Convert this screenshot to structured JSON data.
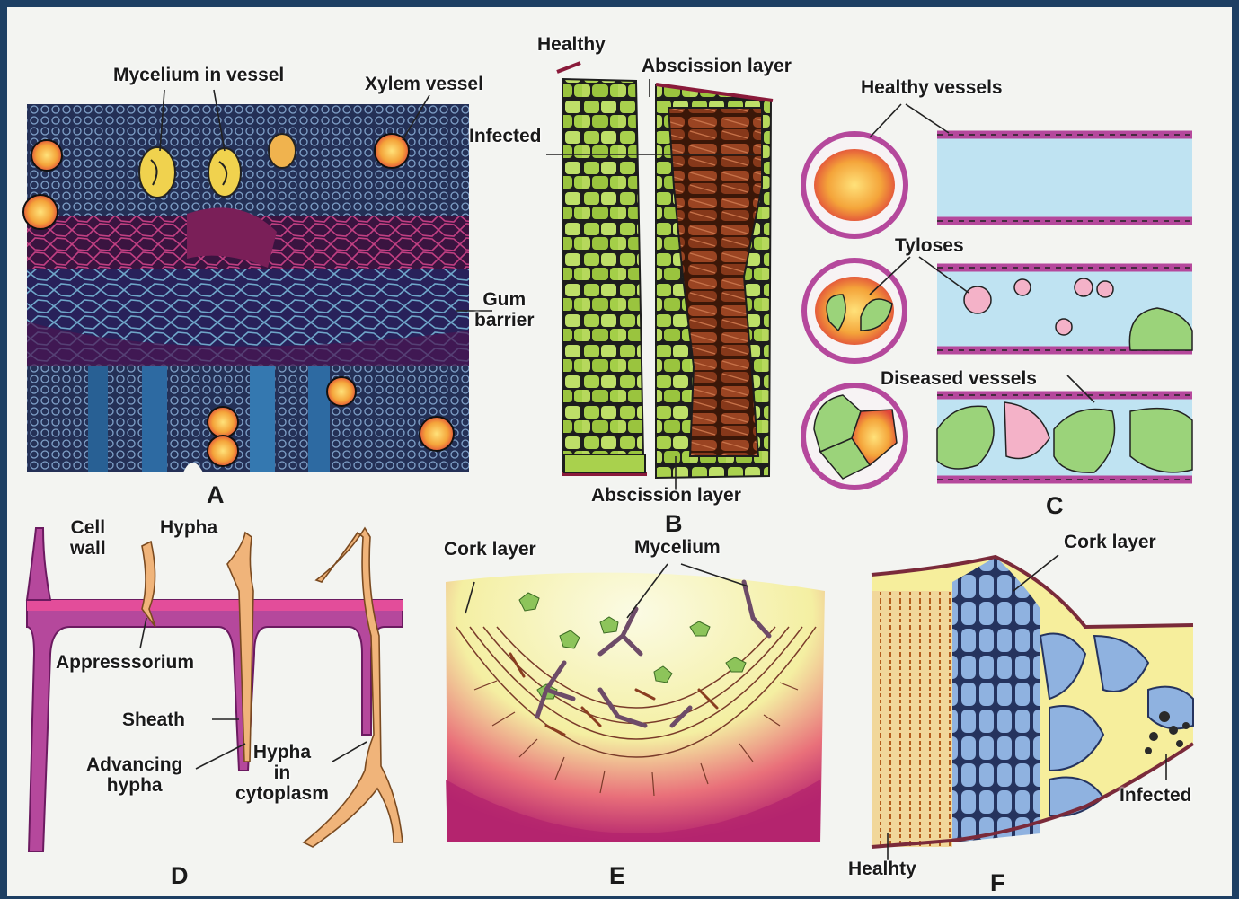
{
  "colors": {
    "frame": "#1d3f63",
    "tissue_dark": "#25254a",
    "cell_green": "#a9d14d",
    "cell_brown": "#8e3b1e",
    "vessel_blue": "#bfe3f2",
    "wall_magenta": "#b5489c",
    "gum_pink": "#8a2a64",
    "tylose_green": "#9bd37a"
  },
  "panels": {
    "A": {
      "letter": "A",
      "mycelium_in_vessel": "Mycelium in vessel",
      "xylem_vessel": "Xylem vessel",
      "gum_barrier": "Gum\nbarrier"
    },
    "B": {
      "letter": "B",
      "healthy": "Healthy",
      "abscission_layer_top": "Abscission layer",
      "infected": "Infected",
      "abscission_layer_bottom": "Abscission layer"
    },
    "C": {
      "letter": "C",
      "healthy_vessels": "Healthy vessels",
      "tyloses": "Tyloses",
      "diseased_vessels": "Diseased vessels"
    },
    "D": {
      "letter": "D",
      "cell_wall": "Cell\nwall",
      "hypha": "Hypha",
      "appressorium": "Appresssorium",
      "sheath": "Sheath",
      "advancing_hypha": "Advancing\nhypha",
      "hypha_in_cytoplasm": "Hypha\nin\ncytoplasm"
    },
    "E": {
      "letter": "E",
      "cork_layer": "Cork layer",
      "mycelium": "Mycelium"
    },
    "F": {
      "letter": "F",
      "cork_layer": "Cork layer",
      "infected": "Infected",
      "healthy": "Healhty"
    }
  }
}
